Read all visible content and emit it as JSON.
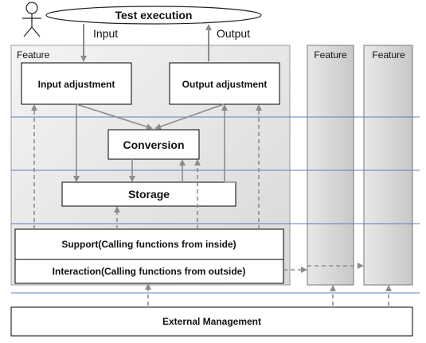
{
  "actor": {
    "icon": "user-icon"
  },
  "test_execution": {
    "label": "Test execution"
  },
  "io": {
    "input_label": "Input",
    "output_label": "Output"
  },
  "features": {
    "main_label": "Feature",
    "side1_label": "Feature",
    "side2_label": "Feature"
  },
  "boxes": {
    "input_adjustment": "Input adjustment",
    "output_adjustment": "Output adjustment",
    "conversion": "Conversion",
    "storage": "Storage",
    "support": "Support(Calling functions from inside)",
    "interaction": "Interaction(Calling functions from outside)",
    "external_management": "External Management"
  },
  "colors": {
    "feature_fill": "#e2e2e2",
    "layer_line": "#5a7fc0",
    "arrow": "#8c8c8c",
    "box_border": "#000000"
  }
}
